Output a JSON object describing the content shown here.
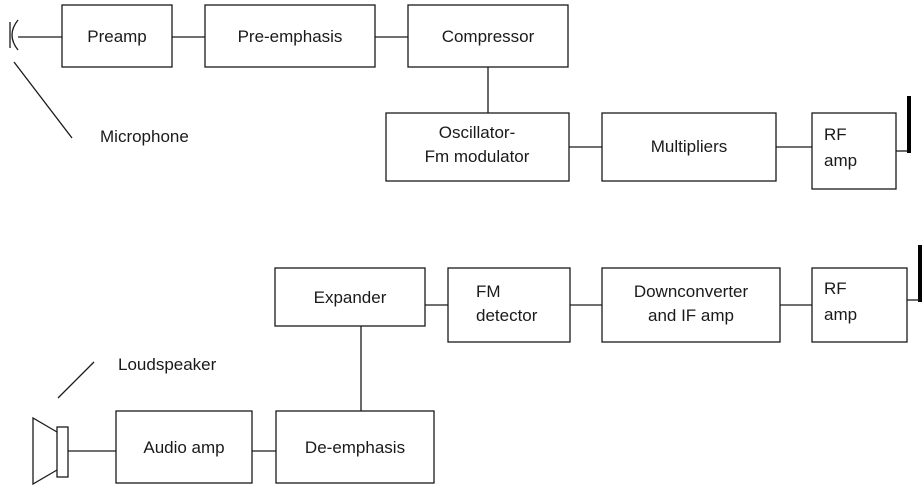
{
  "transmitter": {
    "microphone_label": "Microphone",
    "blocks": {
      "preamp": "Preamp",
      "pre_emphasis": "Pre-emphasis",
      "compressor": "Compressor",
      "oscillator_line1": "Oscillator-",
      "oscillator_line2": "Fm modulator",
      "multipliers": "Multipliers",
      "rf_amp_line1": "RF",
      "rf_amp_line2": "amp"
    }
  },
  "receiver": {
    "loudspeaker_label": "Loudspeaker",
    "blocks": {
      "expander": "Expander",
      "fm_detector_line1": "FM",
      "fm_detector_line2": "detector",
      "downconverter_line1": "Downconverter",
      "downconverter_line2": "and IF amp",
      "rf_amp_line1": "RF",
      "rf_amp_line2": "amp",
      "audio_amp": "Audio amp",
      "de_emphasis": "De-emphasis"
    }
  },
  "colors": {
    "line": "#1a1a1a",
    "background": "#ffffff"
  }
}
